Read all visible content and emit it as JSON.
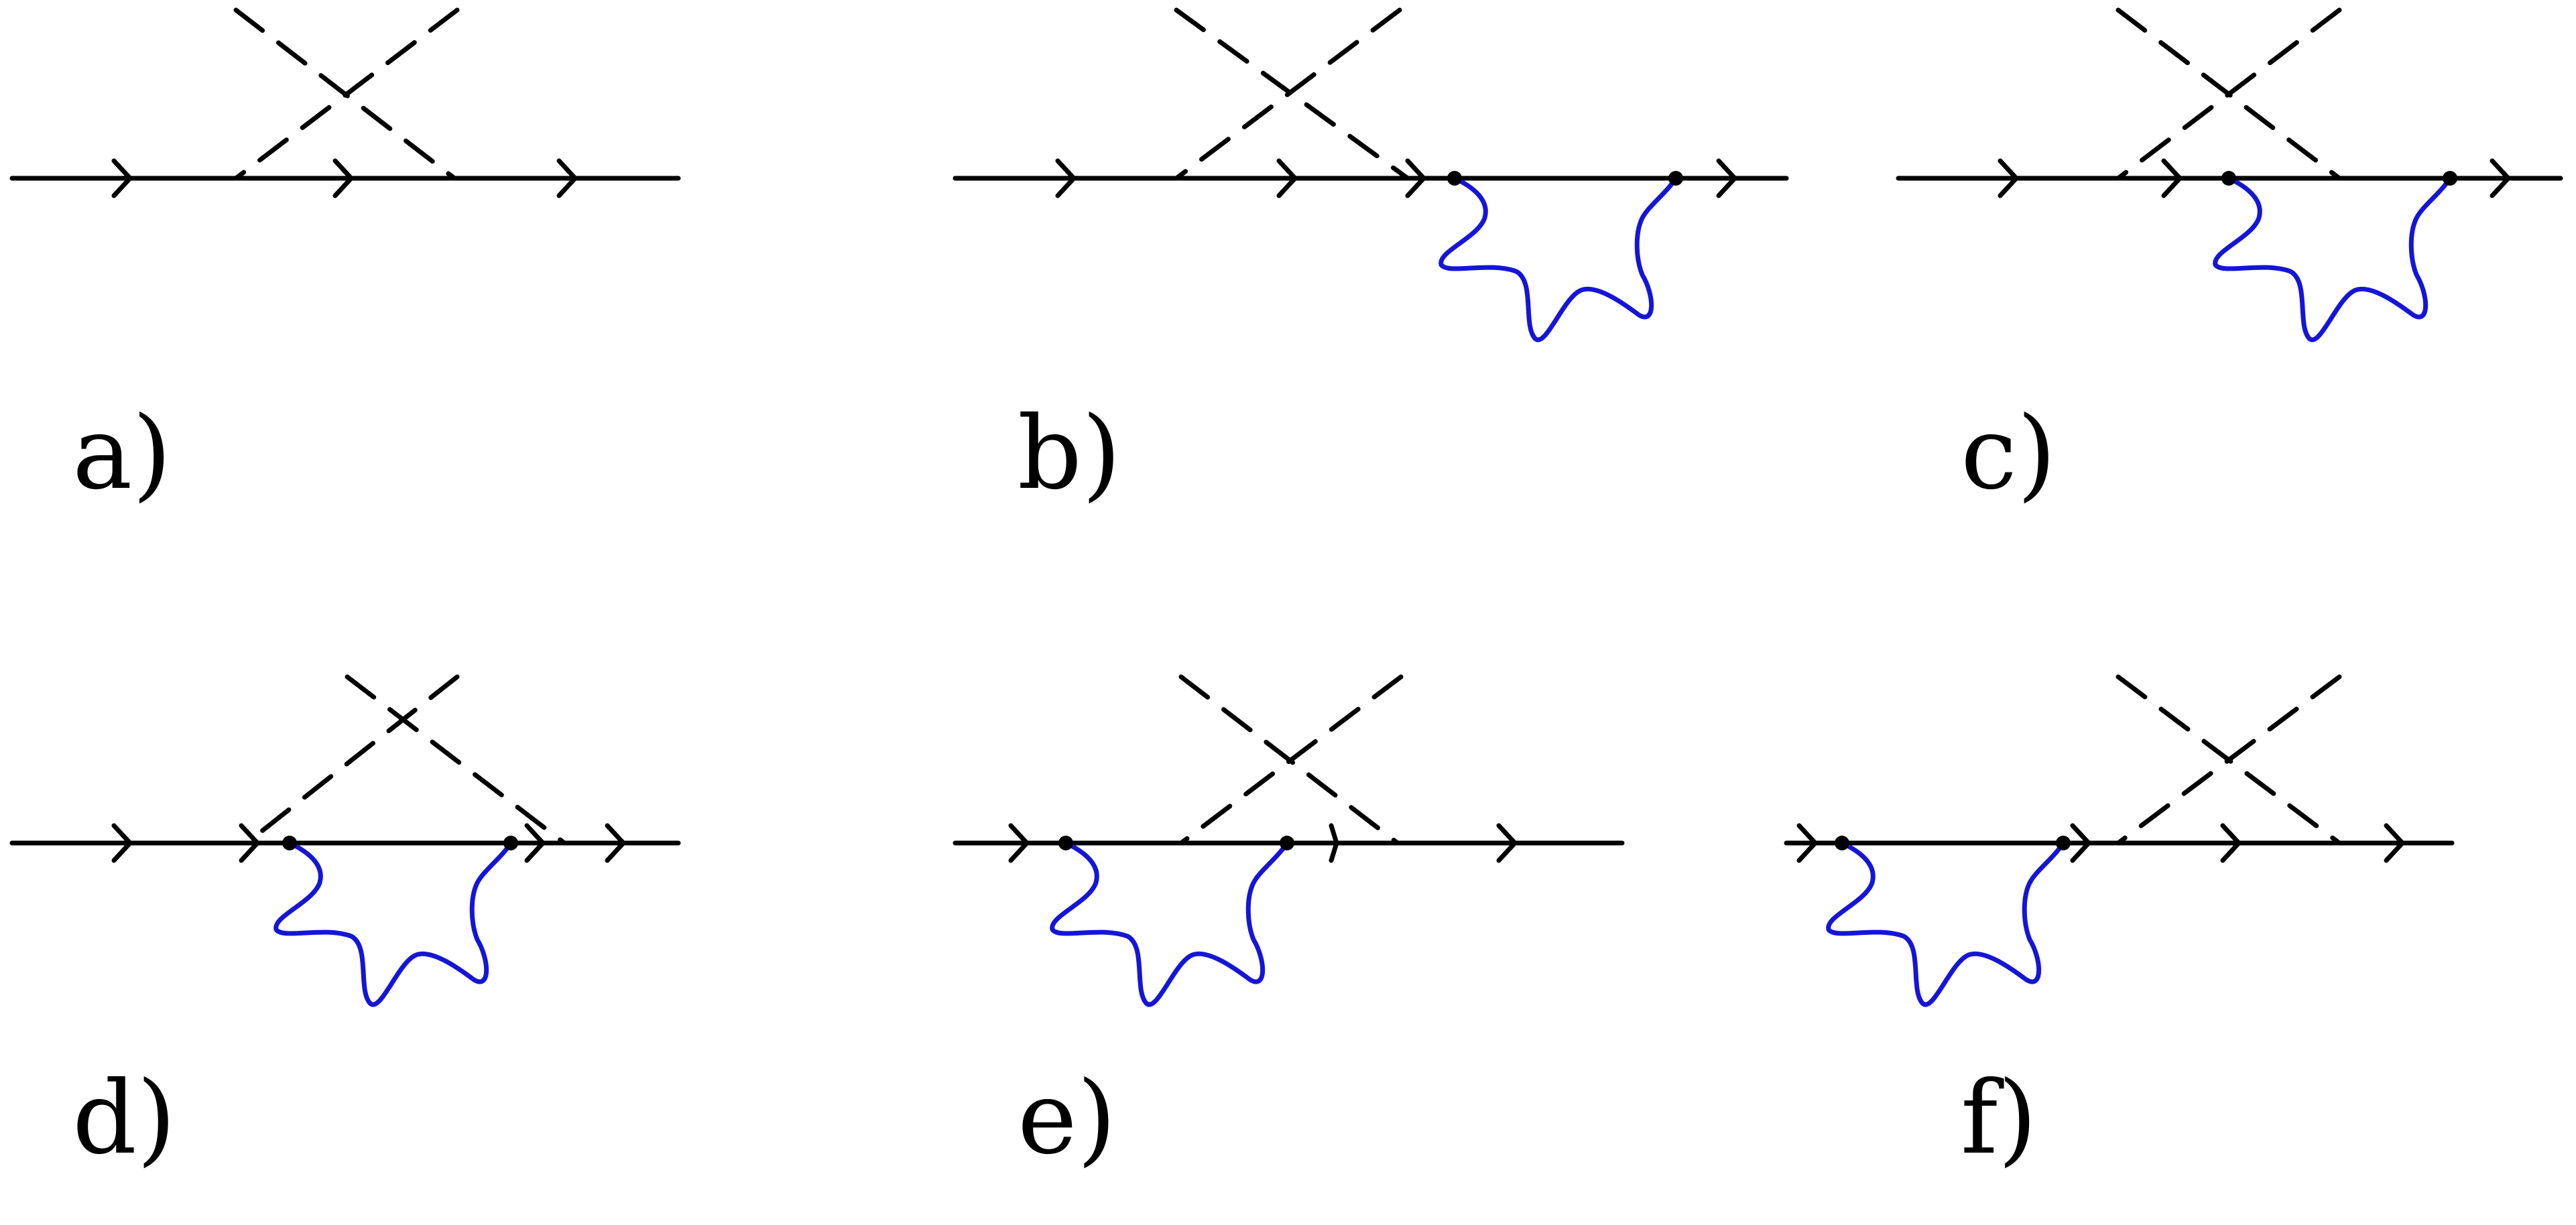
{
  "figure": {
    "colors": {
      "line": "#000000",
      "photon": "#1515d8",
      "background": "#ffffff"
    },
    "panels": [
      {
        "label": "a)"
      },
      {
        "label": "b)"
      },
      {
        "label": "c)"
      },
      {
        "label": "d)"
      },
      {
        "label": "e)"
      },
      {
        "label": "f)"
      }
    ]
  }
}
